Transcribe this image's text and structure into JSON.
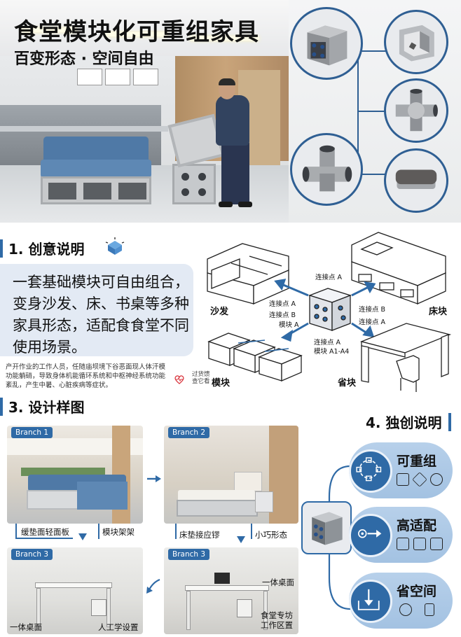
{
  "header": {
    "title": "食堂模块化可重组家具",
    "subtitle": "百变形态 · 空间自由"
  },
  "section1": {
    "title": "1. 创意说明",
    "description": "一套基础模块可自由组合，变身沙发、床、书桌等多种家具形态，适配食食堂不同使用场景。",
    "small_text": "产开作业的工作人员，任随庙坝境下谷恶面现人体汗模功能躺硝，导致身体机能循环系统和中枢神经系统功能紊乱，产生中暑、心脏疾病等症状。",
    "tiny_label": "过货馈\n查它看",
    "module_label": "模块",
    "pieces": {
      "sofa": "沙发",
      "bed": "床块",
      "desk": "省块"
    },
    "annotations": {
      "a_top": "连接点 A",
      "a_left": "连接点 A",
      "b_left": "连接点 B",
      "module_a_left": "模块 A",
      "b_right": "连接点 B",
      "a_right": "连接点 A",
      "a_bottom": "连接点 A",
      "module_bottom": "模块 A1-A4"
    }
  },
  "section3": {
    "title": "3. 设计样图",
    "photos": [
      {
        "branch": "Branch 1",
        "captions": [
          "缓垫面轻面板",
          "模块架架"
        ]
      },
      {
        "branch": "Branch 2",
        "captions": [
          "床垫接应镠",
          "小巧形态"
        ]
      },
      {
        "branch": "Branch 3",
        "captions": [
          "一体桌面",
          "人工学设置"
        ]
      },
      {
        "branch": "Branch 3",
        "captions": [
          "一体桌面",
          "食堂专坊\n工作区置"
        ]
      }
    ]
  },
  "section4": {
    "title": "4. 独创说明",
    "items": [
      {
        "label": "可重组"
      },
      {
        "label": "高适配"
      },
      {
        "label": "省空间"
      }
    ]
  },
  "colors": {
    "accent": "#2f6aa6",
    "pill": "#a9c6e4",
    "desc_bg": "#e3eaf4"
  }
}
